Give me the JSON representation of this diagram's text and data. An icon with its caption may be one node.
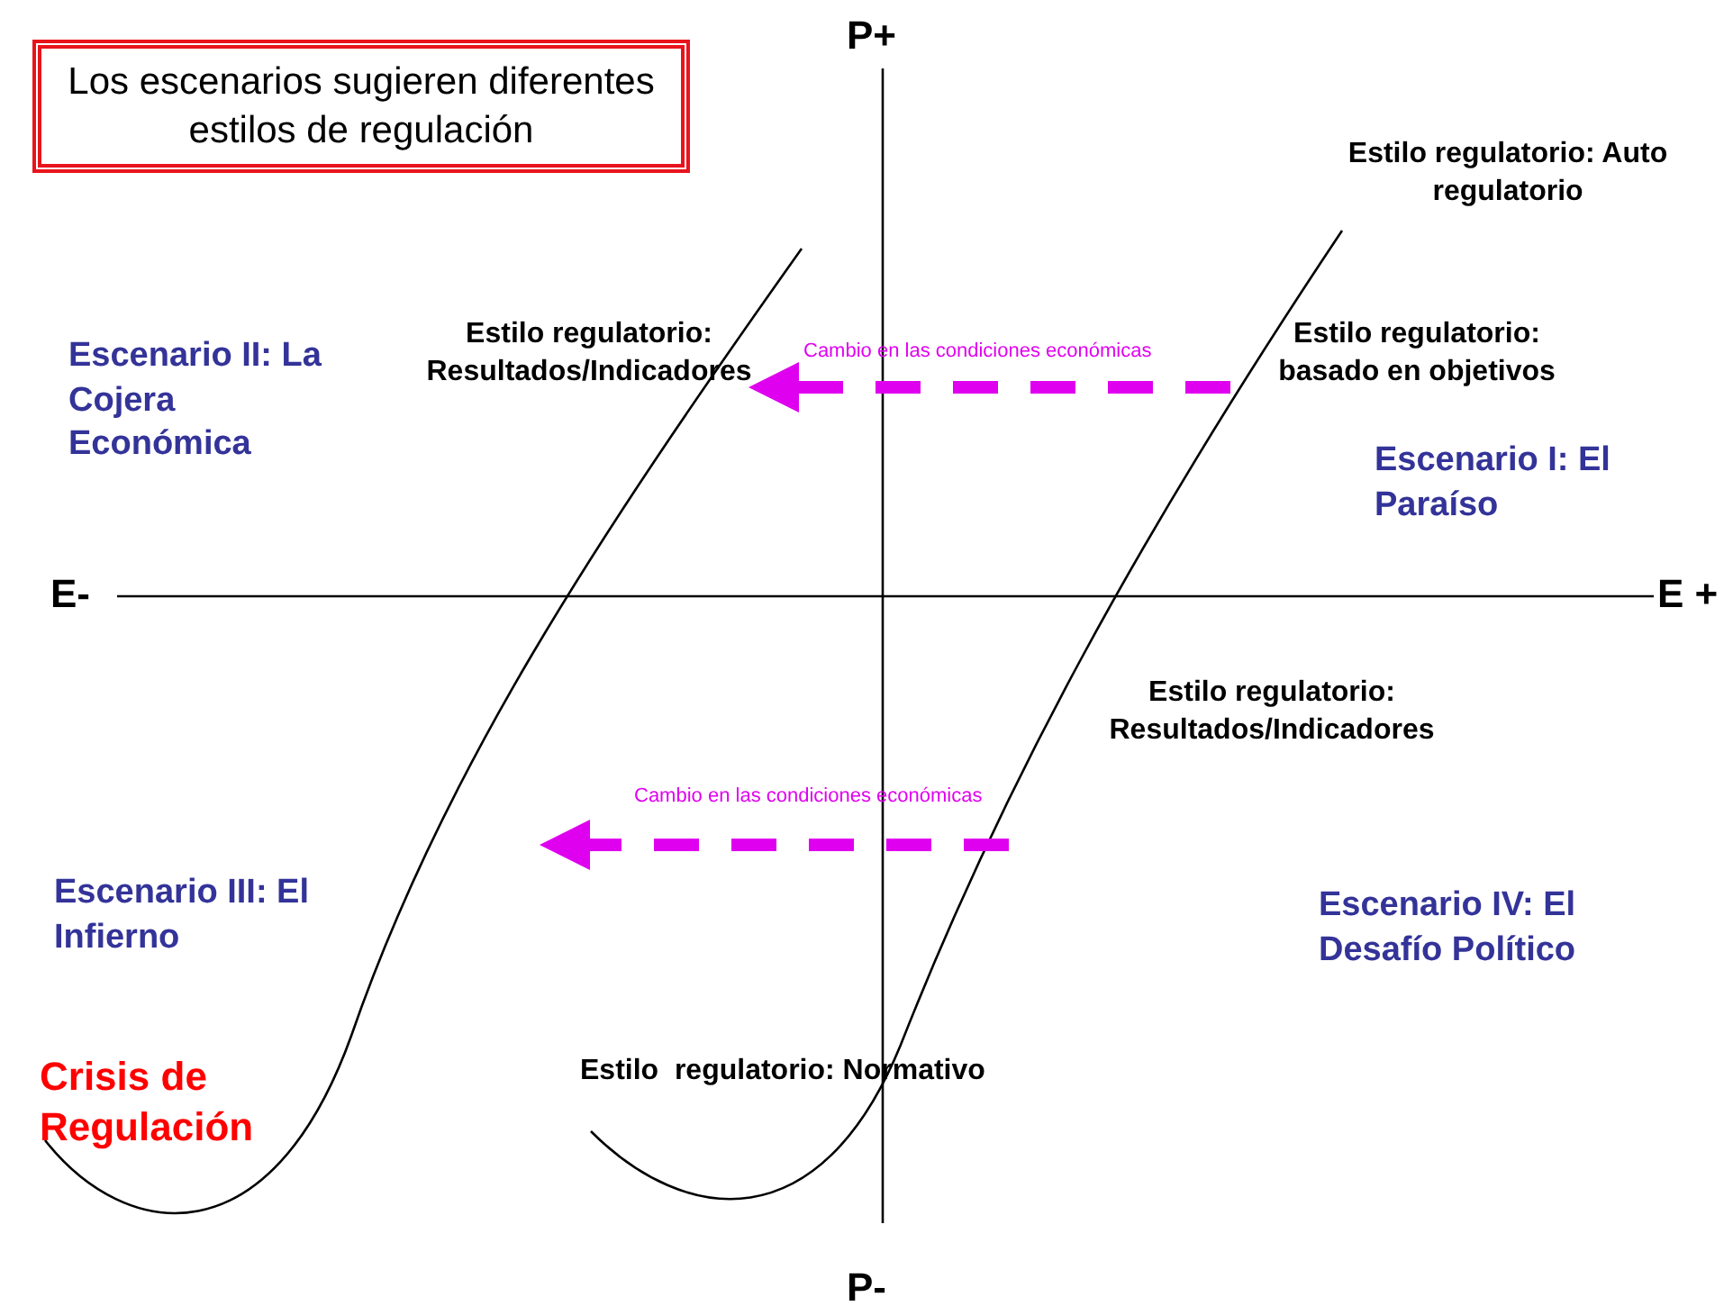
{
  "diagram": {
    "nodes": [
      {
        "text": [
          "Los escenarios sugieren diferentes estilos de regulación"
        ]
      }
    ],
    "labels": [
      "P+",
      "Estilo regulatorio: Auto regulatorio",
      "Estilo regulatorio: Resultados/Indicadores",
      "Cambio en las condiciones económicas",
      "Estilo regulatorio: basado en objetivos",
      "Escenario II: La Cojera Económica",
      "Escenario I: El Paraíso",
      "E-",
      "E +",
      "Estilo regulatorio: Resultados/Indicadores",
      "Cambio en las condiciones económicas",
      "Escenario III: El Infierno",
      "Escenario IV: El Desafío Político",
      "Crisis de Regulación",
      "Estilo  regulatorio: Normativo",
      "P-"
    ]
  }
}
